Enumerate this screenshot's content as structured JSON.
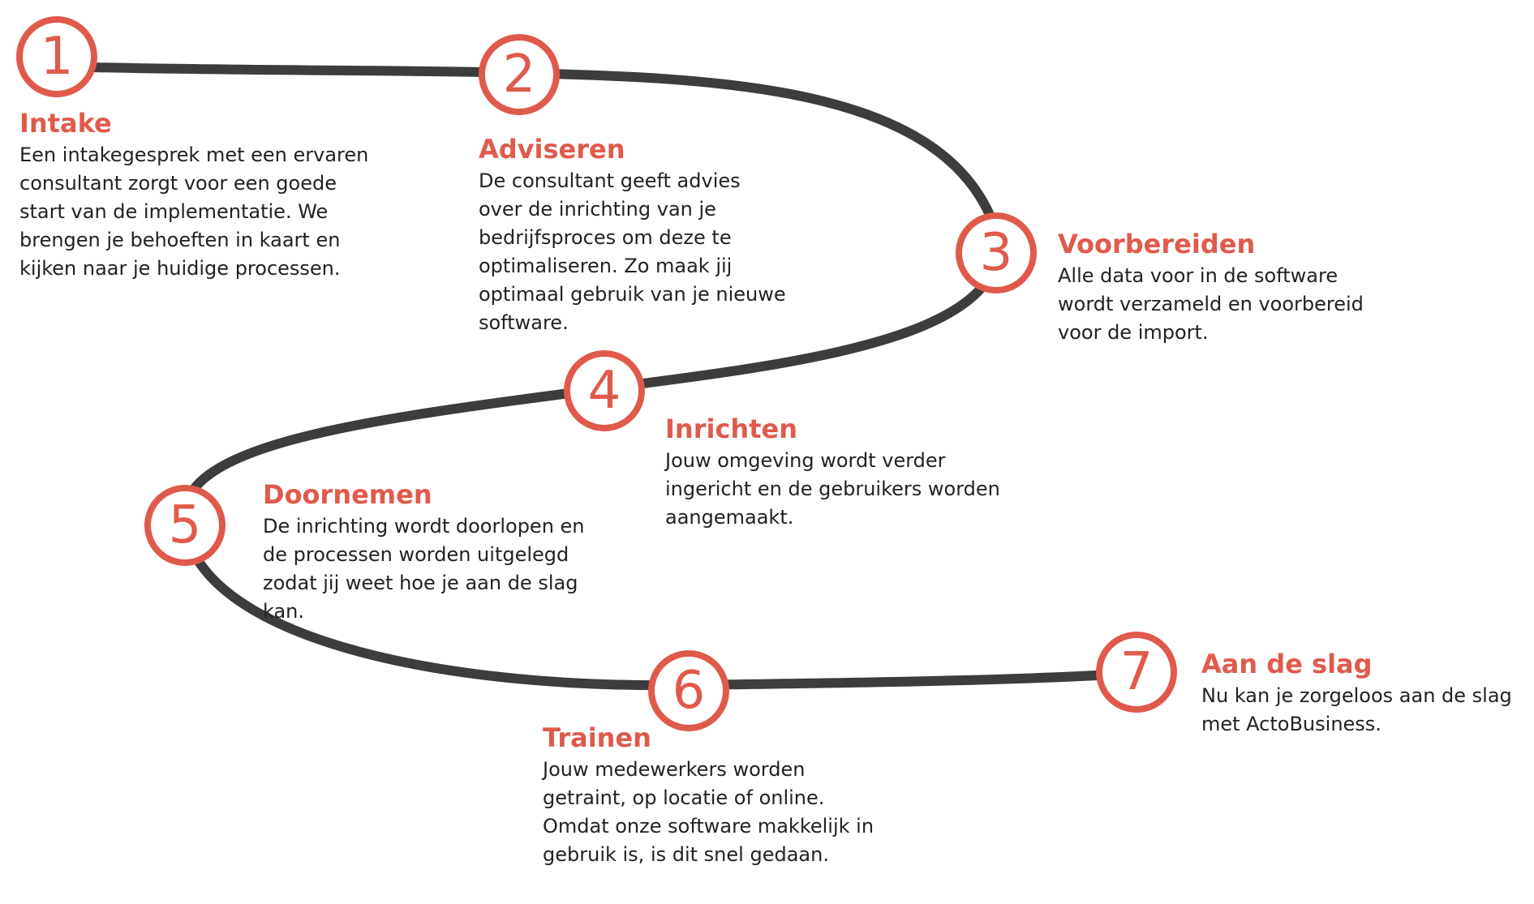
{
  "colors": {
    "accent": "#e05a4b",
    "path": "#3d3d3d",
    "text": "#222222"
  },
  "steps": [
    {
      "number": "1",
      "title": "Intake",
      "description": "Een intakegesprek met een ervaren consultant zorgt voor een goede start van de implementatie. We brengen je behoeften in kaart en kijken naar je huidige processen."
    },
    {
      "number": "2",
      "title": "Adviseren",
      "description": "De consultant geeft advies over de inrichting van je bedrijfsproces om deze te optimaliseren. Zo maak jij optimaal gebruik van je nieuwe software."
    },
    {
      "number": "3",
      "title": "Voorbereiden",
      "description": "Alle data voor in de software wordt verzameld en voorbereid voor de import."
    },
    {
      "number": "4",
      "title": "Inrichten",
      "description": "Jouw omgeving wordt verder ingericht en de gebruikers worden aangemaakt."
    },
    {
      "number": "5",
      "title": "Doornemen",
      "description": "De inrichting wordt doorlopen en de processen worden uitgelegd zodat jij weet hoe je aan de slag kan."
    },
    {
      "number": "6",
      "title": "Trainen",
      "description": "Jouw medewerkers worden getraint, op locatie of online. Omdat onze software makkelijk in gebruik is, is dit snel gedaan."
    },
    {
      "number": "7",
      "title": "Aan de slag",
      "description": "Nu kan je zorgeloos aan de slag met ActoBusiness."
    }
  ]
}
